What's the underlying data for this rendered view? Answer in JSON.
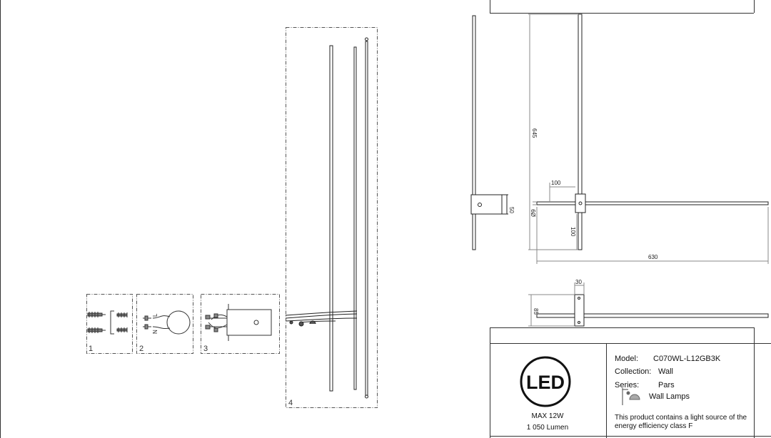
{
  "assembly": {
    "steps": [
      "1",
      "2",
      "3",
      "4"
    ],
    "wire_labels": {
      "live": "L",
      "neutral": "N"
    }
  },
  "dimensions": {
    "height": "645",
    "arm_offset": "100",
    "mount_height": "50",
    "rod_diameter": "Ø9",
    "vertical_offset": "100",
    "width": "630",
    "depth": "30",
    "projection": "85"
  },
  "title_block": {
    "logo_text": "LED",
    "power": "MAX 12W",
    "lumen": "1 050 Lumen",
    "model_label": "Model:",
    "model_value": "C070WL-L12GB3K",
    "collection_label": "Collection:",
    "collection_value": "Wall",
    "series_label": "Series:",
    "series_value": "Pars",
    "type_value": "Wall Lamps",
    "energy_line1": "This product contains a light source of the",
    "energy_line2": "energy efficiency class F"
  }
}
